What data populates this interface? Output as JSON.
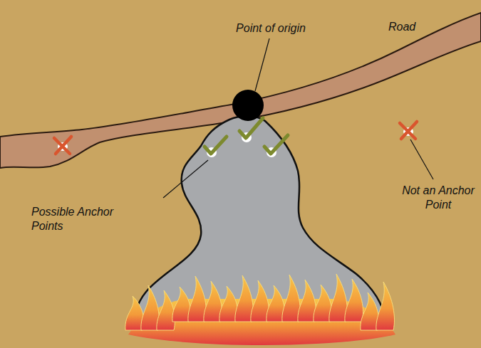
{
  "diagram": {
    "labels": [
      "Point of origin",
      "Road",
      "Possible Anchor Points",
      "Not an Anchor Point"
    ]
  }
}
